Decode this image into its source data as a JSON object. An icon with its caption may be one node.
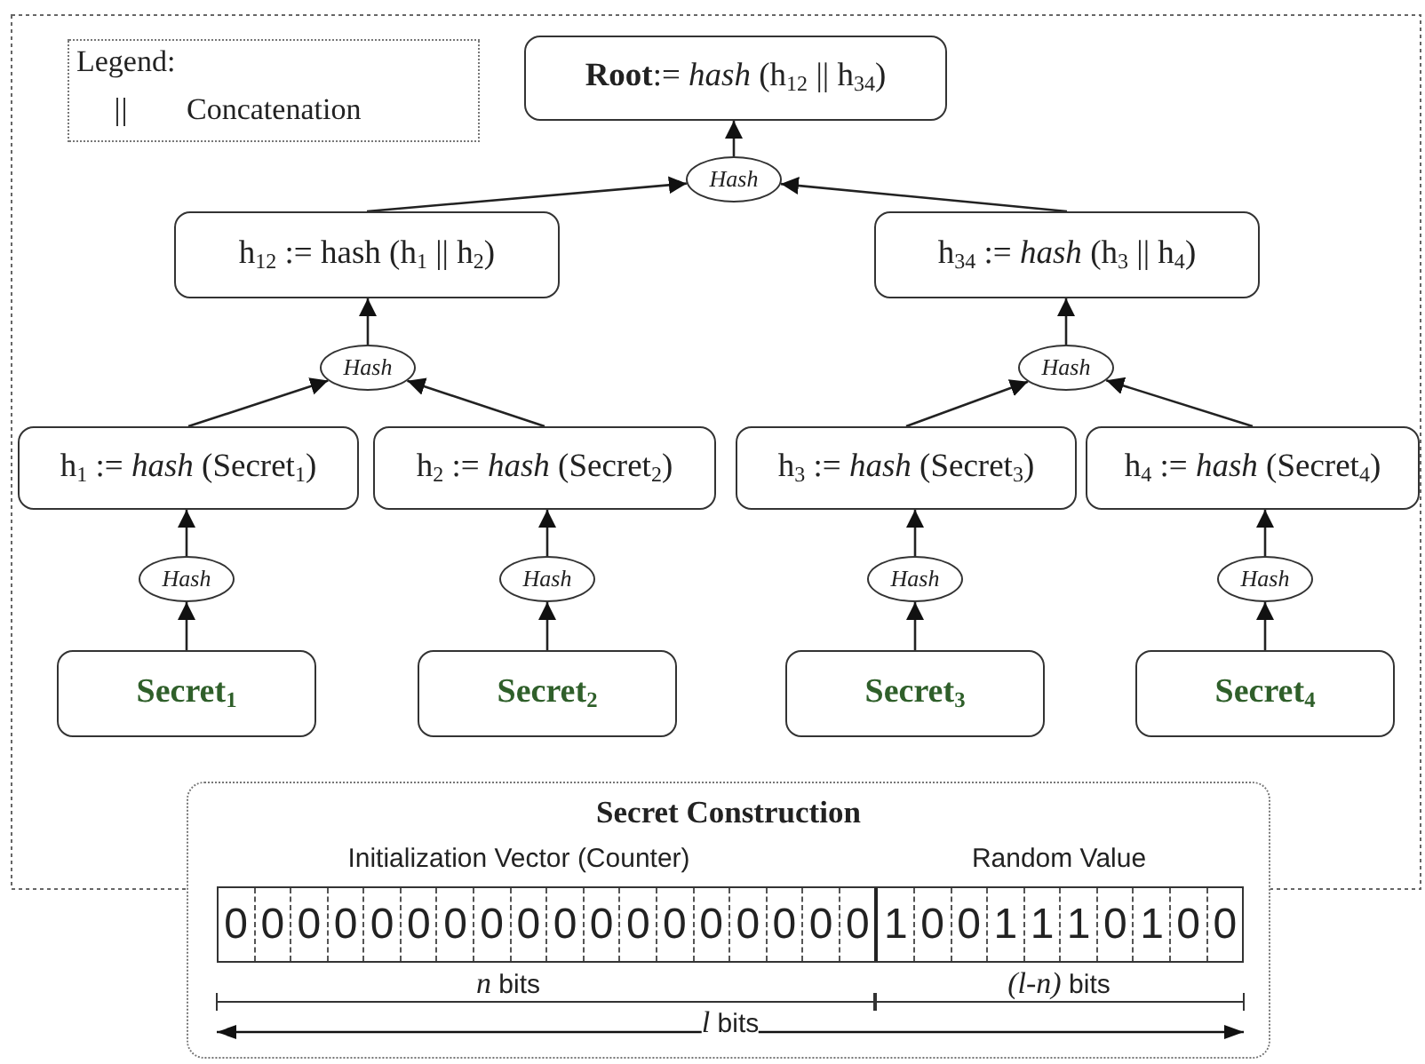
{
  "diagram": {
    "nodes": [
      {
        "text": [
          "**Root**:= *hash* (h$_{12}$ || h$_{34}$)"
        ]
      },
      {
        "text": [
          "Hash"
        ]
      },
      {
        "text": [
          "h$_{12}$ := hash (h$_{1}$ || h$_{2}$)"
        ]
      },
      {
        "text": [
          "h$_{34}$ := *hash* (h$_{3}$ || h$_{4}$)"
        ]
      },
      {
        "text": [
          "Hash"
        ]
      },
      {
        "text": [
          "Hash"
        ]
      },
      {
        "text": [
          "h$_{1}$ := *hash* (Secret$_{1}$)"
        ]
      },
      {
        "text": [
          "h$_{2}$ := *hash* (Secret$_{2}$)"
        ]
      },
      {
        "text": [
          "h$_{3}$ := *hash* (Secret$_{3}$)"
        ]
      },
      {
        "text": [
          "h$_{4}$ := *hash* (Secret$_{4}$)"
        ]
      },
      {
        "text": [
          "Hash"
        ]
      },
      {
        "text": [
          "Hash"
        ]
      },
      {
        "text": [
          "Hash"
        ]
      },
      {
        "text": [
          "Hash"
        ]
      },
      {
        "text": [
          "Secret$_{1}$"
        ]
      },
      {
        "text": [
          "Secret$_{2}$"
        ]
      },
      {
        "text": [
          "Secret$_{3}$"
        ]
      },
      {
        "text": [
          "Secret$_{4}$"
        ]
      },
      {
        "text": [
          "Secret Construction"
        ]
      }
    ],
    "edges": [
      {
        "from": 1,
        "to": 0,
        "arrow": "to"
      },
      {
        "from": 2,
        "to": 1,
        "arrow": "to"
      },
      {
        "from": 3,
        "to": 1,
        "arrow": "to"
      },
      {
        "from": 4,
        "to": 2,
        "arrow": "to"
      },
      {
        "from": 5,
        "to": 3,
        "arrow": "to"
      },
      {
        "from": 6,
        "to": 4,
        "arrow": "to"
      },
      {
        "from": 7,
        "to": 4,
        "arrow": "to"
      },
      {
        "from": 8,
        "to": 5,
        "arrow": "to"
      },
      {
        "from": 9,
        "to": 5,
        "arrow": "to"
      },
      {
        "from": 10,
        "to": 6,
        "arrow": "to"
      },
      {
        "from": 11,
        "to": 7,
        "arrow": "to"
      },
      {
        "from": 12,
        "to": 8,
        "arrow": "to"
      },
      {
        "from": 13,
        "to": 9,
        "arrow": "to"
      },
      {
        "from": 14,
        "to": 10,
        "arrow": "to"
      },
      {
        "from": 15,
        "to": 11,
        "arrow": "to"
      },
      {
        "from": 16,
        "to": 12,
        "arrow": "to"
      },
      {
        "from": 17,
        "to": 13,
        "arrow": "to"
      }
    ],
    "labels": [
      "Legend:",
      "Initialization Vector (Counter)",
      "Random Value",
      "0",
      "0",
      "0",
      "0",
      "0",
      "0",
      "0",
      "0",
      "0",
      "0",
      "0",
      "0",
      "0",
      "0",
      "0",
      "0",
      "0",
      "0",
      "1",
      "0",
      "0",
      "1",
      "1",
      "1",
      "0",
      "1",
      "0",
      "0",
      "*n* bits",
      "*(l-n)* bits",
      "*l* bits"
    ],
    "legend": [
      {
        "text": "Concatenation"
      }
    ]
  }
}
